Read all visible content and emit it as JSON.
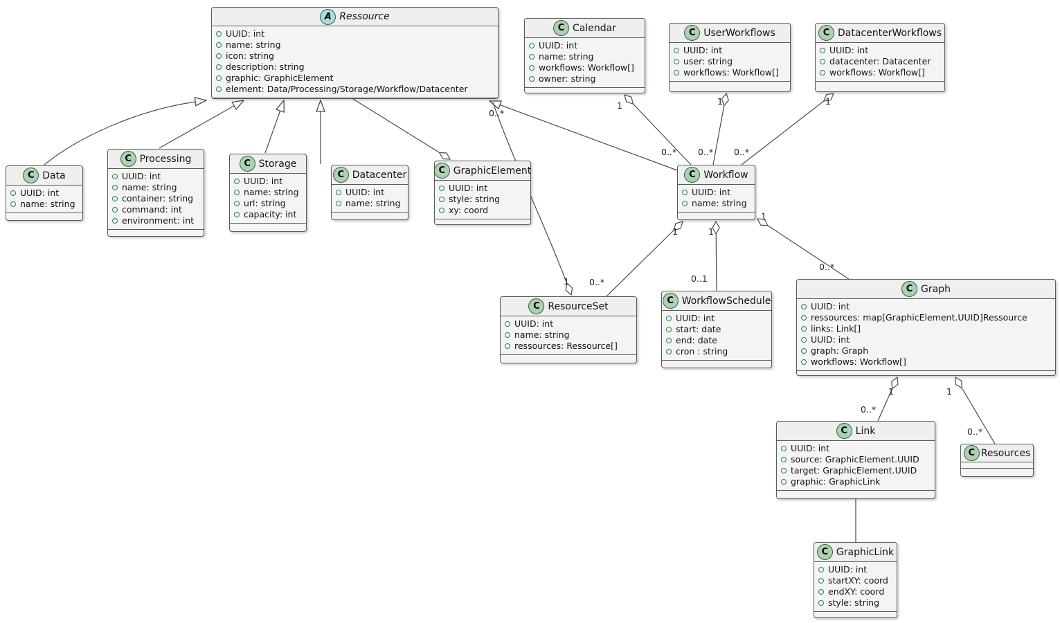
{
  "diagram": {
    "colors": {
      "class_fill": "#F4F4F4",
      "border": "#5a5a5a",
      "edge": "#4A4A4A",
      "class_icon_fill": "#ADD1B2",
      "abstract_icon_fill": "#A9DCDF",
      "field_dot": "#1E8449"
    }
  },
  "classes": {
    "ressource": {
      "icon": "A",
      "name": "Ressource",
      "attrs": [
        "UUID: int",
        "name: string",
        "icon: string",
        "description: string",
        "graphic: GraphicElement",
        "element: Data/Processing/Storage/Workflow/Datacenter"
      ]
    },
    "calendar": {
      "icon": "C",
      "name": "Calendar",
      "attrs": [
        "UUID: int",
        "name: string",
        "workflows: Workflow[]",
        "owner: string"
      ]
    },
    "userworkflows": {
      "icon": "C",
      "name": "UserWorkflows",
      "attrs": [
        "UUID: int",
        "user: string",
        "workflows: Workflow[]"
      ]
    },
    "datacenterworkflows": {
      "icon": "C",
      "name": "DatacenterWorkflows",
      "attrs": [
        "UUID: int",
        "datacenter: Datacenter",
        "workflows: Workflow[]"
      ]
    },
    "data": {
      "icon": "C",
      "name": "Data",
      "attrs": [
        "UUID: int",
        "name: string"
      ]
    },
    "processing": {
      "icon": "C",
      "name": "Processing",
      "attrs": [
        "UUID: int",
        "name: string",
        "container: string",
        "command: int",
        "environment: int"
      ]
    },
    "storage": {
      "icon": "C",
      "name": "Storage",
      "attrs": [
        "UUID: int",
        "name: string",
        "url: string",
        "capacity: int"
      ]
    },
    "datacenter": {
      "icon": "C",
      "name": "Datacenter",
      "attrs": [
        "UUID: int",
        "name: string"
      ]
    },
    "graphicelement": {
      "icon": "C",
      "name": "GraphicElement",
      "attrs": [
        "UUID: int",
        "style: string",
        "xy: coord"
      ]
    },
    "workflow": {
      "icon": "C",
      "name": "Workflow",
      "attrs": [
        "UUID: int",
        "name: string"
      ]
    },
    "resourceset": {
      "icon": "C",
      "name": "ResourceSet",
      "attrs": [
        "UUID: int",
        "name: string",
        "ressources: Ressource[]"
      ]
    },
    "workflowschedule": {
      "icon": "C",
      "name": "WorkflowSchedule",
      "attrs": [
        "UUID: int",
        "start: date",
        "end: date",
        "cron : string"
      ]
    },
    "graph": {
      "icon": "C",
      "name": "Graph",
      "attrs": [
        "UUID: int",
        "ressources: map[GraphicElement.UUID]Ressource",
        "links: Link[]",
        "UUID: int",
        "graph: Graph",
        "workflows: Workflow[]"
      ]
    },
    "link": {
      "icon": "C",
      "name": "Link",
      "attrs": [
        "UUID: int",
        "source: GraphicElement.UUID",
        "target: GraphicElement.UUID",
        "graphic: GraphicLink"
      ]
    },
    "resources": {
      "icon": "C",
      "name": "Resources",
      "attrs": []
    },
    "graphiclink": {
      "icon": "C",
      "name": "GraphicLink",
      "attrs": [
        "UUID: int",
        "startXY: coord",
        "endXY: coord",
        "style: string"
      ]
    }
  },
  "multiplicities": {
    "ressource_resourceset_many": "0..*",
    "ressource_resourceset_one": "1",
    "calendar_one": "1",
    "calendar_workflow_many": "0..*",
    "userworkflows_one": "1",
    "userworkflows_workflow_many": "0..*",
    "datacenterworkflows_one": "1",
    "datacenterworkflows_workflow_many": "0..*",
    "workflow_resourceset_one": "1",
    "workflow_resourceset_many": "0..*",
    "workflow_schedule_one": "1",
    "workflow_schedule_many": "0..1",
    "workflow_graph_one": "1",
    "workflow_graph_many": "0..*",
    "graph_link_one": "1",
    "graph_link_many": "0..*",
    "graph_resources_one": "1",
    "graph_resources_many": "0..*"
  }
}
